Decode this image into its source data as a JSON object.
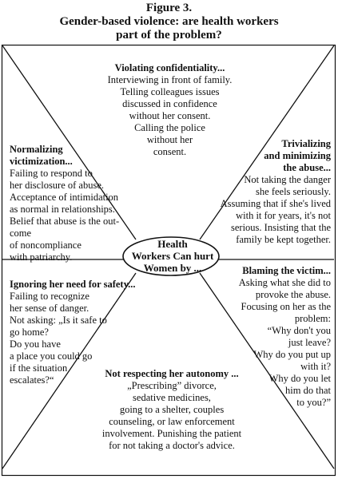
{
  "figure": {
    "number": "Figure 3.",
    "title_line1": "Gender-based violence: are health workers",
    "title_line2": "part of the problem?"
  },
  "center": {
    "line1": "Health",
    "line2": "Workers Can hurt",
    "line3": "Women by ..."
  },
  "sections": {
    "top": {
      "heading": "Violating confidentiality...",
      "lines": [
        "Interviewing in front of family.",
        "Telling colleagues issues",
        "discussed in confidence",
        "without her consent.",
        "Calling the police",
        "without her",
        "consent."
      ]
    },
    "upper_left": {
      "heading1": "Normalizing",
      "heading2": "victimization...",
      "lines": [
        "Failing to respond to",
        "her disclosure of abuse.",
        "Acceptance of intimidation",
        "as normal in relationships.",
        "Belief that abuse is the out-",
        "come",
        "of noncompliance",
        "with patriarchy."
      ]
    },
    "upper_right": {
      "heading1": "Trivializing",
      "heading2": "and minimizing",
      "heading3": "the abuse...",
      "lines": [
        "Not taking the danger",
        "she feels seriously.",
        "Assuming that if she's lived",
        "with it for years, it's not",
        "serious. Insisting that the",
        "family be kept together."
      ]
    },
    "lower_left": {
      "heading": "Ignoring her need for safety...",
      "lines": [
        "Failing to recognize",
        "her sense of danger.",
        "Not asking: „Is it safe to",
        "go home?",
        "Do you have",
        "a place you could go",
        "if the situation",
        "escalates?“"
      ]
    },
    "lower_right": {
      "heading": "Blaming the victim...",
      "lines": [
        "Asking what she did to",
        "provoke the abuse.",
        "Focusing on her as the",
        "problem:",
        "“Why don't you",
        "just leave?",
        "Why do you put up",
        "with it?",
        "Why do you let",
        "him do that",
        "to you?”"
      ]
    },
    "bottom": {
      "heading": "Not respecting her autonomy ...",
      "lines": [
        "„Prescribing” divorce,",
        "sedative medicines,",
        "going to a shelter, couples",
        "counseling, or law enforcement",
        "involvement. Punishing the patient",
        "for not taking a doctor's advice."
      ]
    }
  }
}
